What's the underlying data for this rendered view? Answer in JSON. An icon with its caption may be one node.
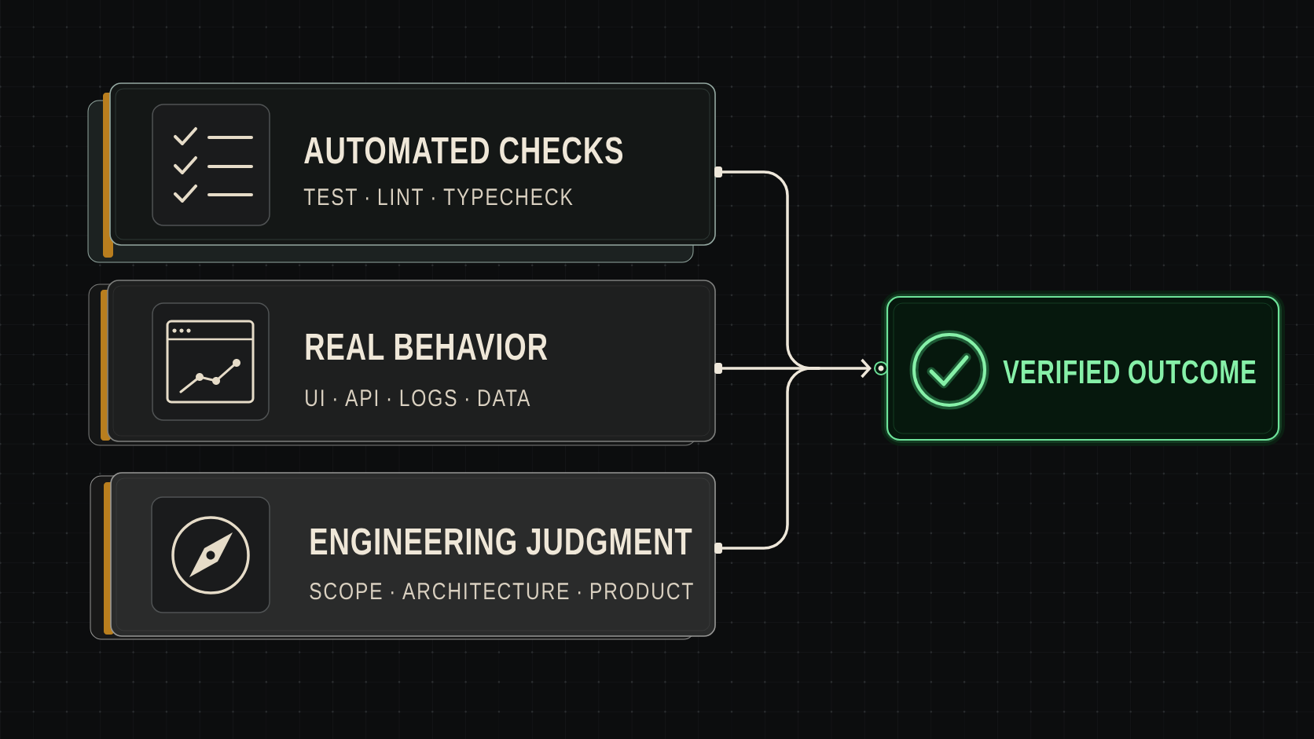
{
  "diagram": {
    "nodes": [
      {
        "text": [
          "AUTOMATED CHECKS",
          "TEST · LINT · TYPECHECK"
        ]
      },
      {
        "text": [
          "REAL BEHAVIOR",
          "UI · API · LOGS · DATA"
        ]
      },
      {
        "text": [
          "ENGINEERING JUDGMENT",
          "SCOPE · ARCHITECTURE · PRODUCT"
        ]
      },
      {
        "text": [
          "VERIFIED OUTCOME"
        ]
      }
    ],
    "edges": [
      {
        "from": 0,
        "to": 3,
        "arrow": "to"
      },
      {
        "from": 1,
        "to": 3,
        "arrow": "to"
      },
      {
        "from": 2,
        "to": 3,
        "arrow": "to"
      }
    ]
  }
}
